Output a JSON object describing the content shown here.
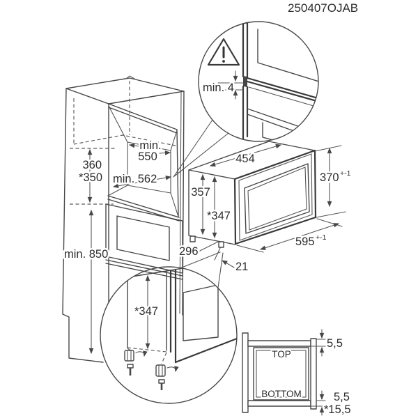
{
  "title_code": "250407OJAB",
  "cabinet": {
    "niche_width_label_1": "min.",
    "niche_width_label_2": "550",
    "niche_depth_label": "min. 562",
    "niche_height_label": "360",
    "niche_height_alt_label": "*350",
    "plinth_height_label": "min. 850"
  },
  "appliance": {
    "width_label": "454",
    "rear_height_label": "357",
    "front_height_label": "*347",
    "frame_height_label": "370",
    "frame_height_tolerance": "+-1",
    "frame_width_label": "595",
    "frame_width_tolerance": "+-1",
    "foot_distance_label": "296",
    "foot_offset_label": "21"
  },
  "top_detail": {
    "gap_label": "min. 4"
  },
  "bottom_detail": {
    "front_height_label": "*347"
  },
  "section_view": {
    "top_label": "TOP",
    "bottom_label": "BOTTOM",
    "top_gap_label": "5,5",
    "bottom_gap_label": "5,5",
    "bottom_overall_label": "*15,5"
  },
  "colors": {
    "line": "#474747",
    "text": "#2d2d2d",
    "background": "#ffffff"
  }
}
